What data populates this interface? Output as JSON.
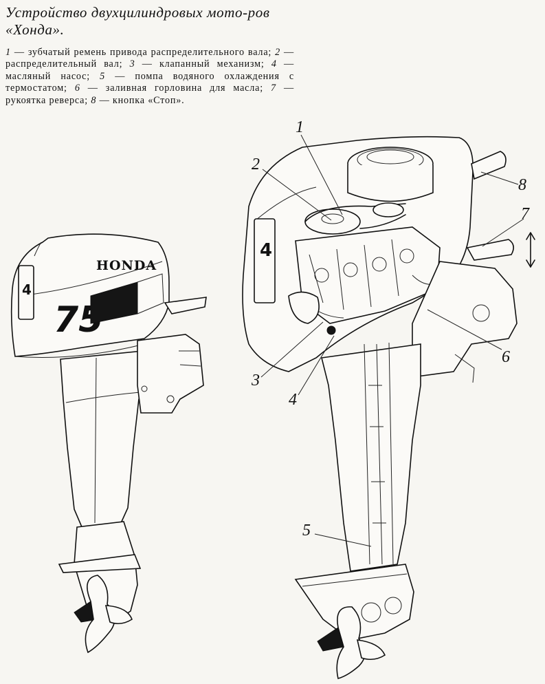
{
  "caption": {
    "title": "Устройство двухцилиндровых мото-ров «Хонда».",
    "legend": [
      {
        "num": "1",
        "text": "зубчатый ремень привода распредели­тельного вала;"
      },
      {
        "num": "2",
        "text": "распределительный вал;"
      },
      {
        "num": "3",
        "text": "клапанный механизм;"
      },
      {
        "num": "4",
        "text": "масляный насос;"
      },
      {
        "num": "5",
        "text": "помпа водяного охлаждения с термостатом;"
      },
      {
        "num": "6",
        "text": "заливная горловина для масла;"
      },
      {
        "num": "7",
        "text": "рукоятка реверса;"
      },
      {
        "num": "8",
        "text": "кнопка «Стоп»."
      }
    ]
  },
  "left_engine": {
    "brand": "HONDA",
    "model": "75",
    "badge_digit": "4"
  },
  "right_engine": {
    "badge_digit": "4"
  },
  "callouts": [
    "1",
    "2",
    "3",
    "4",
    "5",
    "6",
    "7",
    "8"
  ]
}
